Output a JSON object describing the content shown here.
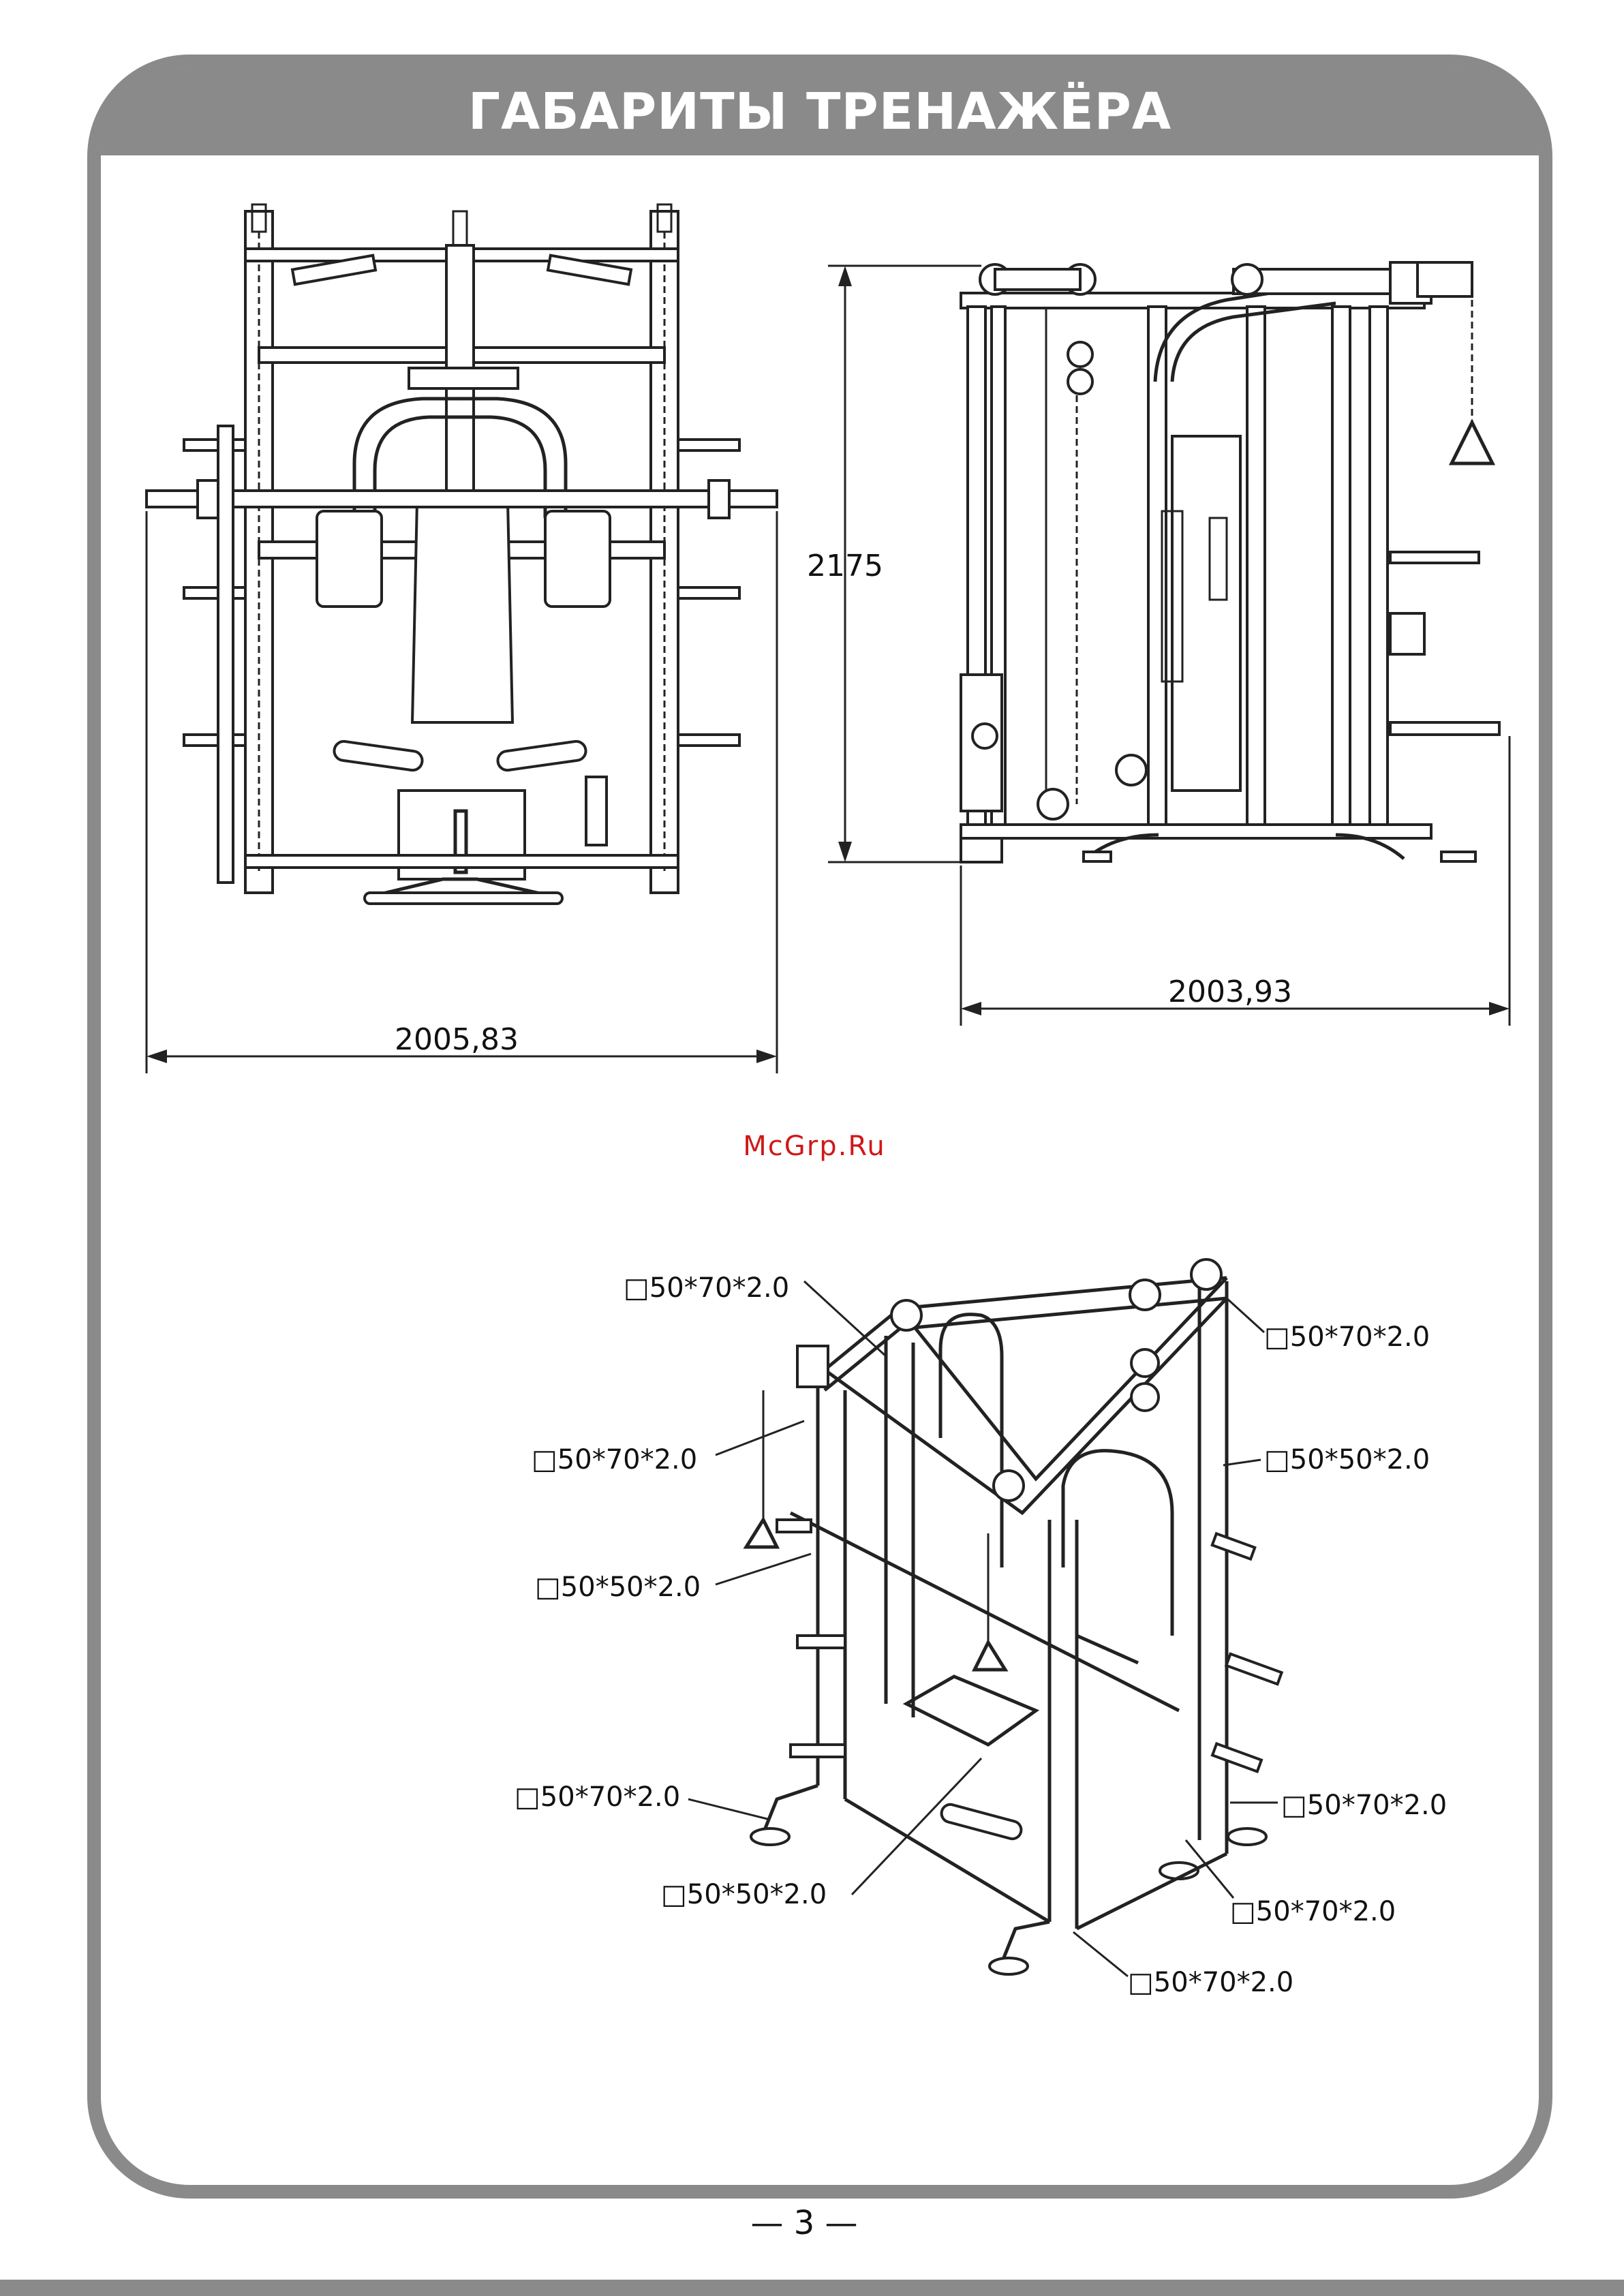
{
  "header": {
    "title": "ГАБАРИТЫ ТРЕНАЖЁРА"
  },
  "dimensions": {
    "front_width": "2005,83",
    "side_height": "2175",
    "side_depth": "2003,93"
  },
  "callouts": [
    "□50*70*2.0",
    "□50*70*2.0",
    "□50*70*2.0",
    "□50*50*2.0",
    "□50*50*2.0",
    "□50*70*2.0",
    "□50*70*2.0",
    "□50*50*2.0",
    "□50*70*2.0",
    "□50*70*2.0"
  ],
  "watermark": "McGrp.Ru",
  "footer": {
    "page_number": "— 3 —"
  }
}
